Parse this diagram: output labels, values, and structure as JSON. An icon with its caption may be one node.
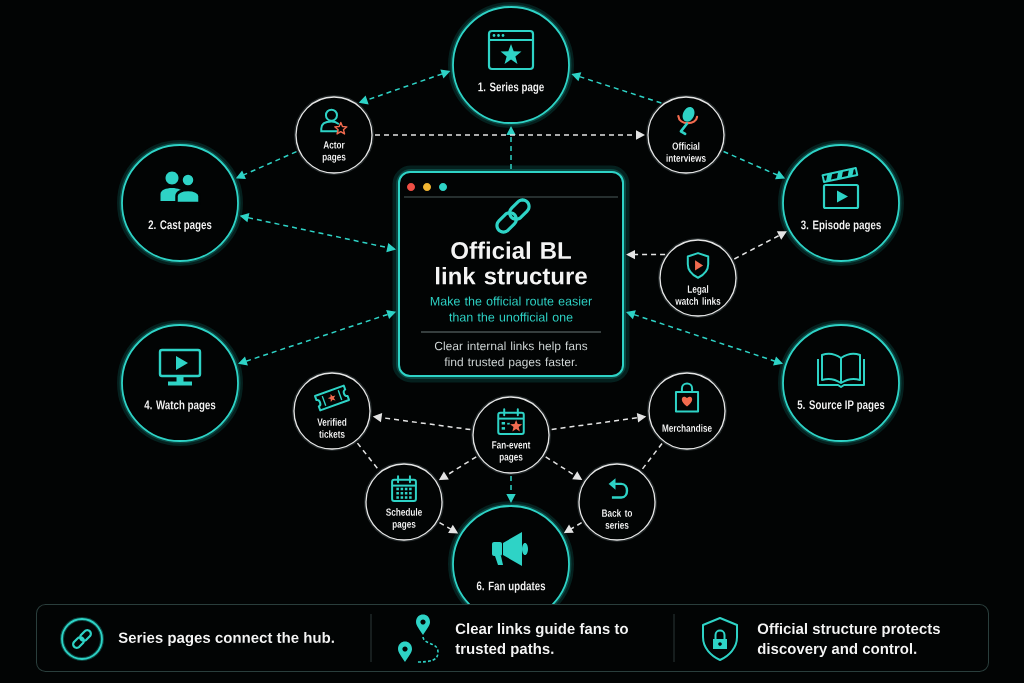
{
  "diagram": {
    "nodes": [
      {
        "text": [
          "1. Series page"
        ]
      },
      {
        "text": [
          "Actor pages"
        ]
      },
      {
        "text": [
          "Official interviews"
        ]
      },
      {
        "text": [
          "2. Cast pages"
        ]
      },
      {
        "text": [
          "3. Episode pages"
        ]
      },
      {
        "text": [
          "Official BL link structure",
          "Make the official route easier than the unofficial one",
          "Clear internal links help fans find trusted pages faster."
        ]
      },
      {
        "text": [
          "Legal watch links"
        ]
      },
      {
        "text": [
          "4. Watch pages"
        ]
      },
      {
        "text": [
          "5. Source IP pages"
        ]
      },
      {
        "text": [
          "Verified tickets"
        ]
      },
      {
        "text": [
          "Fan-event pages"
        ]
      },
      {
        "text": [
          "Merchandise"
        ]
      },
      {
        "text": [
          "Schedule pages"
        ]
      },
      {
        "text": [
          "Back to series"
        ]
      },
      {
        "text": [
          "6. Fan updates"
        ]
      },
      {
        "text": [
          "Series pages connect the hub.",
          "Clear links guide fans to trusted paths.",
          "Official structure protects discovery and control."
        ]
      }
    ],
    "edges": [
      {
        "from": 5,
        "to": 0,
        "arrow": "to",
        "style": "dashed",
        "color": "#2ed3c6"
      },
      {
        "from": 0,
        "to": 1,
        "arrow": "both",
        "style": "dashed",
        "color": "#2ed3c6"
      },
      {
        "from": 1,
        "to": 2,
        "arrow": "to",
        "style": "dashed"
      },
      {
        "from": 2,
        "to": 0,
        "arrow": "to",
        "style": "dashed",
        "color": "#2ed3c6"
      },
      {
        "from": 1,
        "to": 3,
        "arrow": "to",
        "style": "dashed",
        "color": "#2ed3c6"
      },
      {
        "from": 2,
        "to": 4,
        "arrow": "to",
        "style": "dashed",
        "color": "#2ed3c6"
      },
      {
        "from": 3,
        "to": 5,
        "arrow": "both",
        "style": "dashed",
        "color": "#2ed3c6"
      },
      {
        "from": 6,
        "to": 5,
        "arrow": "to",
        "style": "dashed"
      },
      {
        "from": 6,
        "to": 4,
        "arrow": "to",
        "style": "dashed"
      },
      {
        "from": 7,
        "to": 5,
        "arrow": "both",
        "style": "dashed",
        "color": "#2ed3c6"
      },
      {
        "from": 5,
        "to": 8,
        "arrow": "both",
        "style": "dashed",
        "color": "#2ed3c6"
      },
      {
        "from": 10,
        "to": 9,
        "arrow": "to",
        "style": "dashed"
      },
      {
        "from": 10,
        "to": 11,
        "arrow": "to",
        "style": "dashed"
      },
      {
        "from": 9,
        "to": 12,
        "arrow": "none",
        "style": "dashed"
      },
      {
        "from": 11,
        "to": 13,
        "arrow": "none",
        "style": "dashed"
      },
      {
        "from": 10,
        "to": 12,
        "arrow": "to",
        "style": "dashed"
      },
      {
        "from": 10,
        "to": 13,
        "arrow": "to",
        "style": "dashed"
      },
      {
        "from": 10,
        "to": 14,
        "arrow": "to",
        "style": "dashed",
        "color": "#2ed3c6"
      },
      {
        "from": 12,
        "to": 14,
        "arrow": "to",
        "style": "dashed"
      },
      {
        "from": 13,
        "to": 14,
        "arrow": "to",
        "style": "dashed"
      }
    ]
  }
}
